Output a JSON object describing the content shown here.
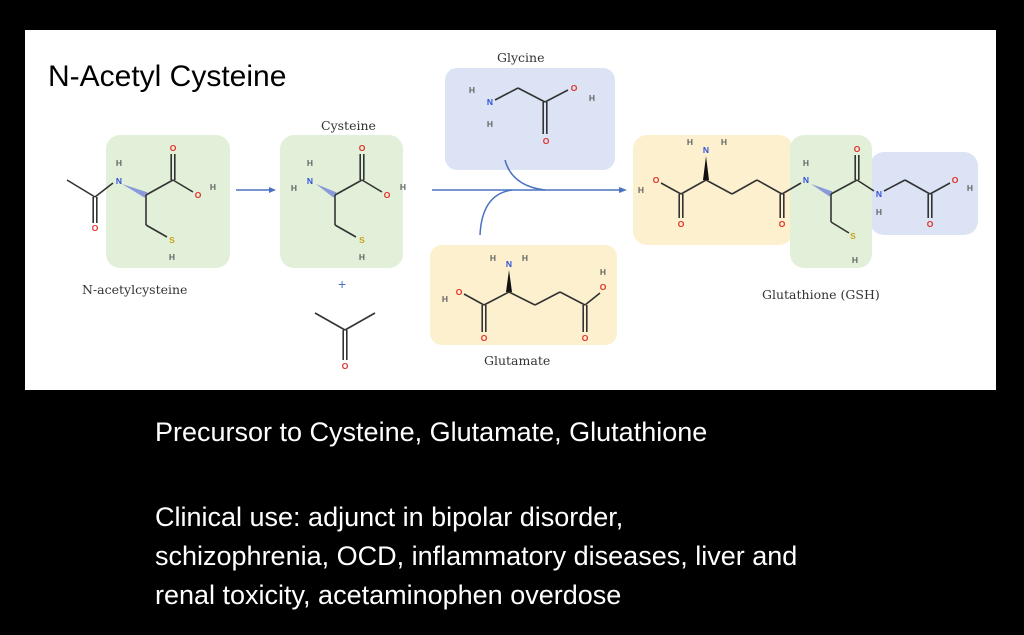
{
  "slide": {
    "title": "N-Acetyl Cysteine",
    "precursor_text": "Precursor to Cysteine, Glutamate, Glutathione",
    "clinical_lines": [
      "Clinical use: adjunct in bipolar disorder,",
      "schizophrenia, OCD, inflammatory diseases, liver and",
      "renal toxicity, acetaminophen overdose"
    ]
  },
  "diagram": {
    "labels": {
      "nac": "N-acetylcysteine",
      "cysteine": "Cysteine",
      "glycine": "Glycine",
      "glutamate": "Glutamate",
      "gsh": "Glutathione (GSH)",
      "plus": "+"
    },
    "atoms": {
      "O": "O",
      "H": "H",
      "N": "N",
      "S": "S"
    },
    "colors": {
      "green_box": "#e2f0da",
      "blue_box": "#dbe3f4",
      "yellow_box": "#fdf0cf",
      "arrow": "#4a72c0",
      "O": "#e0302a",
      "N": "#3050d8",
      "S": "#c9a21a",
      "H": "#666666"
    }
  }
}
